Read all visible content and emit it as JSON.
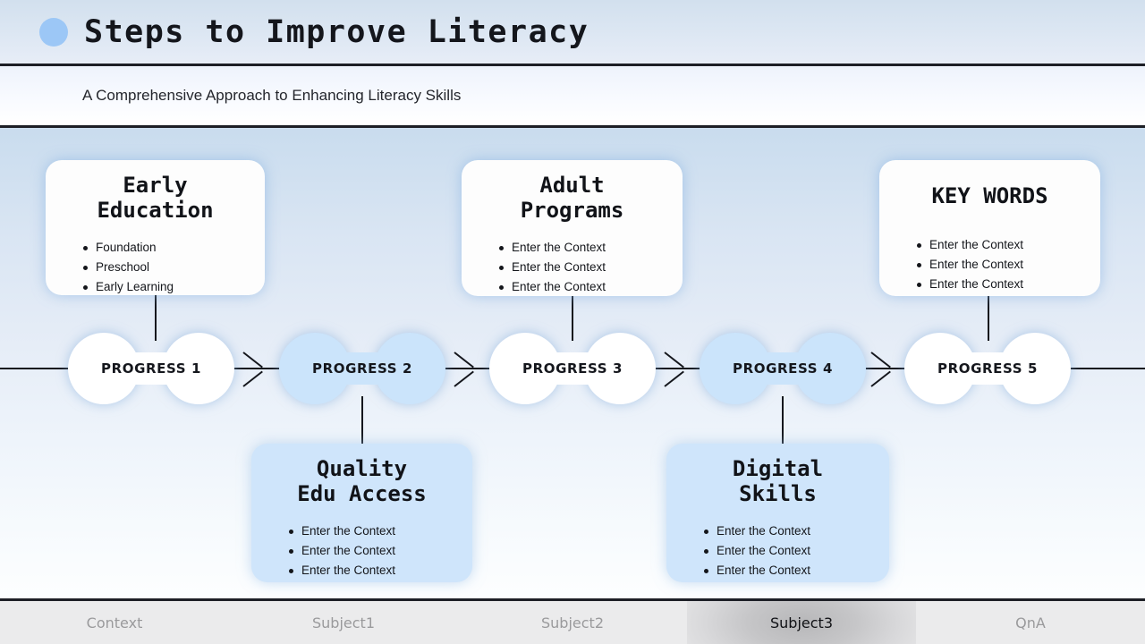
{
  "header": {
    "title": "Steps to Improve Literacy",
    "subtitle": "A Comprehensive Approach to Enhancing Literacy Skills",
    "accent_dot_color": "#9cc7f6",
    "rule_color": "#1d1f26"
  },
  "flow": {
    "nodes": [
      {
        "label": "PROGRESS 1",
        "style": "white"
      },
      {
        "label": "PROGRESS 2",
        "style": "blue"
      },
      {
        "label": "PROGRESS 3",
        "style": "white"
      },
      {
        "label": "PROGRESS 4",
        "style": "blue"
      },
      {
        "label": "PROGRESS 5",
        "style": "white"
      }
    ],
    "arrow_glyph": "chevron-right",
    "line_color": "#15171d",
    "node_white_fill": "#ffffff",
    "node_blue_fill": "#cbe4fb"
  },
  "cards_top": [
    {
      "title": "Early\nEducation",
      "style": "white",
      "items": [
        "Foundation",
        "Preschool",
        "Early Learning"
      ]
    },
    {
      "title": "Adult\nPrograms",
      "style": "white",
      "items": [
        "Enter the Context",
        "Enter the Context",
        "Enter the Context"
      ]
    },
    {
      "title": "KEY WORDS",
      "style": "white",
      "items": [
        "Enter the Context",
        "Enter the Context",
        "Enter the Context"
      ]
    }
  ],
  "cards_bottom": [
    {
      "title": "Quality\nEdu Access",
      "style": "blue",
      "items": [
        "Enter the Context",
        "Enter the Context",
        "Enter the Context"
      ]
    },
    {
      "title": "Digital\nSkills",
      "style": "blue",
      "items": [
        "Enter the Context",
        "Enter the Context",
        "Enter the Context"
      ]
    }
  ],
  "footer": {
    "tabs": [
      {
        "label": "Context",
        "active": false
      },
      {
        "label": "Subject1",
        "active": false
      },
      {
        "label": "Subject2",
        "active": false
      },
      {
        "label": "Subject3",
        "active": true
      },
      {
        "label": "QnA",
        "active": false
      }
    ],
    "tab_bg": "#ebebec",
    "tab_text": "#9a9a9c",
    "active_text": "#101115"
  }
}
